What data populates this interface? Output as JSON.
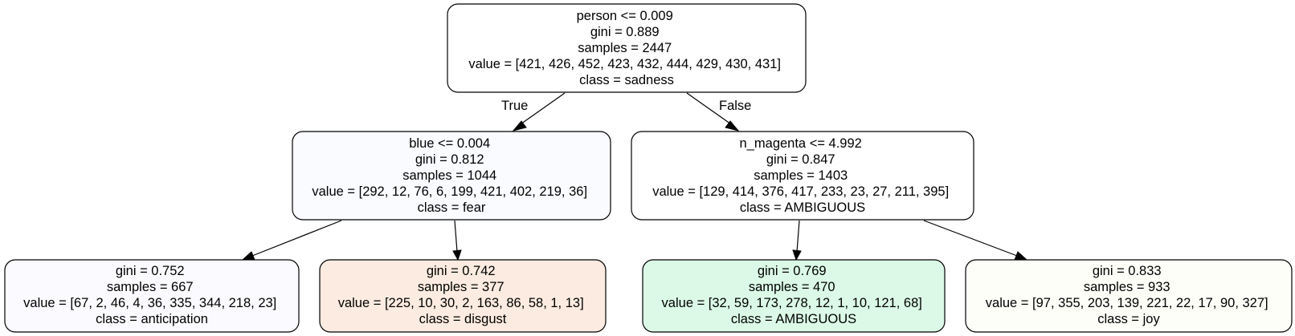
{
  "tree": {
    "nodes": {
      "root": {
        "lines": [
          "person <= 0.009",
          "gini = 0.889",
          "samples = 2447",
          "value = [421, 426, 452, 423, 432, 444, 429, 430, 431]",
          "class = sadness"
        ],
        "fill": "#ffffff"
      },
      "left": {
        "lines": [
          "blue <= 0.004",
          "gini = 0.812",
          "samples = 1044",
          "value = [292, 12, 76, 6, 199, 421, 402, 219, 36]",
          "class = fear"
        ],
        "fill": "#f9fbfe"
      },
      "right": {
        "lines": [
          "n_magenta <= 4.992",
          "gini = 0.847",
          "samples = 1403",
          "value = [129, 414, 376, 417, 233, 23, 27, 211, 395]",
          "class = AMBIGUOUS"
        ],
        "fill": "#ffffff"
      },
      "leaf1": {
        "lines": [
          "gini = 0.752",
          "samples = 667",
          "value = [67, 2, 46, 4, 36, 335, 344, 218, 23]",
          "class = anticipation"
        ],
        "fill": "#fbfbff"
      },
      "leaf2": {
        "lines": [
          "gini = 0.742",
          "samples = 377",
          "value = [225, 10, 30, 2, 163, 86, 58, 1, 13]",
          "class = disgust"
        ],
        "fill": "#fbebe0"
      },
      "leaf3": {
        "lines": [
          "gini = 0.769",
          "samples = 470",
          "value = [32, 59, 173, 278, 12, 1, 10, 121, 68]",
          "class = AMBIGUOUS"
        ],
        "fill": "#dbf9e6"
      },
      "leaf4": {
        "lines": [
          "gini = 0.833",
          "samples = 933",
          "value = [97, 355, 203, 139, 221, 22, 17, 90, 327]",
          "class = joy"
        ],
        "fill": "#fdfef8"
      }
    },
    "edge_labels": {
      "true": "True",
      "false": "False"
    }
  }
}
